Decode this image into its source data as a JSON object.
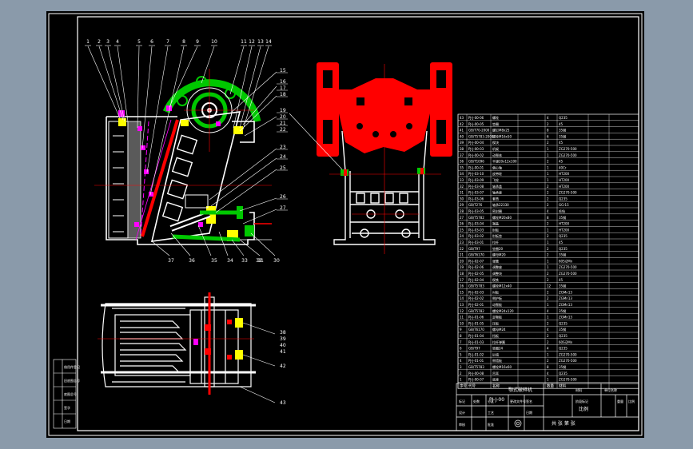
{
  "drawing": {
    "balloons_top": [
      "1",
      "2",
      "3",
      "4",
      "5",
      "6",
      "7",
      "8",
      "9",
      "10",
      "11",
      "12",
      "13",
      "14"
    ],
    "balloons_right": [
      "15",
      "16",
      "17",
      "18",
      "19",
      "20",
      "21",
      "22",
      "23",
      "24",
      "25",
      "26",
      "27"
    ],
    "balloons_bottom": [
      "37",
      "36",
      "35",
      "34",
      "33",
      "32",
      "31",
      "30"
    ],
    "balloons_plan": [
      "38",
      "39",
      "40",
      "41",
      "42",
      "43"
    ]
  },
  "colors": {
    "background": "#000000",
    "frame": "#ffffff",
    "red": "#ff0000",
    "green": "#00c800",
    "magenta": "#ff00ff",
    "yellow": "#ffff00",
    "gray": "#9a9a9a"
  },
  "parts_table": {
    "rows": [
      [
        "43",
        "PJ-J-00-06",
        "螺栓",
        "4",
        "Q235"
      ],
      [
        "42",
        "PJ-J-00-05",
        "垫圈",
        "2",
        "45"
      ],
      [
        "41",
        "GB/T70-2000",
        "螺钉M8x25",
        "8",
        "35钢"
      ],
      [
        "40",
        "GB/T5783-2000",
        "螺栓M16x50",
        "6",
        "35钢"
      ],
      [
        "39",
        "PJ-J-00-04",
        "楔块",
        "2",
        "45"
      ],
      [
        "38",
        "PJ-J-00-03",
        "机架",
        "1",
        "ZG270-500"
      ],
      [
        "37",
        "PJ-J-00-02",
        "动颚体",
        "1",
        "ZG270-500"
      ],
      [
        "36",
        "GB/T1096",
        "平键20x12x100",
        "2",
        "45"
      ],
      [
        "35",
        "PJ-J-00-01",
        "偏心轴",
        "1",
        "40Cr"
      ],
      [
        "34",
        "PJ-J-03-10",
        "皮带轮",
        "1",
        "HT200"
      ],
      [
        "33",
        "PJ-J-03-09",
        "飞轮",
        "1",
        "HT200"
      ],
      [
        "32",
        "PJ-J-03-08",
        "轴承盖",
        "2",
        "HT200"
      ],
      [
        "31",
        "PJ-J-03-07",
        "轴承座",
        "2",
        "ZG270-500"
      ],
      [
        "30",
        "PJ-J-03-06",
        "套筒",
        "2",
        "Q235"
      ],
      [
        "29",
        "GB/T276",
        "轴承22330",
        "2",
        "GCr15"
      ],
      [
        "28",
        "PJ-J-03-05",
        "密封圈",
        "4",
        "毛毡"
      ],
      [
        "27",
        "GB/T5782",
        "螺栓M20x80",
        "8",
        "35钢"
      ],
      [
        "26",
        "PJ-J-03-04",
        "端盖",
        "2",
        "HT200"
      ],
      [
        "25",
        "PJ-J-03-03",
        "肘板",
        "1",
        "HT200"
      ],
      [
        "24",
        "PJ-J-03-02",
        "肘板垫",
        "2",
        "Q235"
      ],
      [
        "23",
        "PJ-J-03-01",
        "拉杆",
        "1",
        "45"
      ],
      [
        "22",
        "GB/T97",
        "垫圈20",
        "2",
        "Q235"
      ],
      [
        "21",
        "GB/T6170",
        "螺母M20",
        "2",
        "35钢"
      ],
      [
        "20",
        "PJ-J-02-07",
        "弹簧",
        "1",
        "60Si2Mn"
      ],
      [
        "19",
        "PJ-J-02-06",
        "调整座",
        "1",
        "ZG270-500"
      ],
      [
        "18",
        "PJ-J-02-05",
        "调整块",
        "2",
        "ZG270-500"
      ],
      [
        "17",
        "PJ-J-02-04",
        "楔铁",
        "2",
        "45"
      ],
      [
        "16",
        "GB/T5783",
        "螺栓M12x40",
        "12",
        "35钢"
      ],
      [
        "15",
        "PJ-J-02-03",
        "衬板",
        "2",
        "ZGMn13"
      ],
      [
        "14",
        "PJ-J-02-02",
        "侧护板",
        "2",
        "ZGMn13"
      ],
      [
        "13",
        "PJ-J-02-01",
        "动颚板",
        "1",
        "ZGMn13"
      ],
      [
        "12",
        "GB/T5782",
        "螺栓M24x120",
        "4",
        "35钢"
      ],
      [
        "11",
        "PJ-J-01-06",
        "定颚板",
        "1",
        "ZGMn13"
      ],
      [
        "10",
        "PJ-J-01-05",
        "压板",
        "2",
        "Q235"
      ],
      [
        "9",
        "GB/T6170",
        "螺母M24",
        "4",
        "35钢"
      ],
      [
        "8",
        "PJ-J-01-04",
        "挡板",
        "2",
        "Q235"
      ],
      [
        "7",
        "PJ-J-01-03",
        "拉杆弹簧",
        "2",
        "60Si2Mn"
      ],
      [
        "6",
        "GB/T97",
        "垫圈24",
        "4",
        "Q235"
      ],
      [
        "5",
        "PJ-J-01-02",
        "后墙",
        "1",
        "ZG270-500"
      ],
      [
        "4",
        "PJ-J-01-01",
        "侧墙板",
        "2",
        "ZG270-500"
      ],
      [
        "3",
        "GB/T5783",
        "螺栓M16x60",
        "8",
        "35钢"
      ],
      [
        "2",
        "PJ-J-00-08",
        "吊耳",
        "4",
        "Q235"
      ],
      [
        "1",
        "PJ-J-00-07",
        "底座",
        "1",
        "ZG270-500"
      ]
    ],
    "header": [
      "序号",
      "代号",
      "名称",
      "数量",
      "材料"
    ]
  },
  "title_block": {
    "drawing_name": "颚式破碎机",
    "drawing_number": "PJ-J-00",
    "scale_label": "比例",
    "sheet_label": "共 张 第 张",
    "labels": [
      "设计",
      "审核",
      "工艺",
      "批准",
      "标记",
      "处数",
      "分区",
      "更改文件号",
      "签名",
      "日期"
    ],
    "right_labels": [
      "材料",
      "单位名称",
      "阶段标记",
      "重量",
      "比例"
    ]
  },
  "left_strip": [
    "借用件登记",
    "旧底图总号",
    "底图总号",
    "签字",
    "日期"
  ]
}
